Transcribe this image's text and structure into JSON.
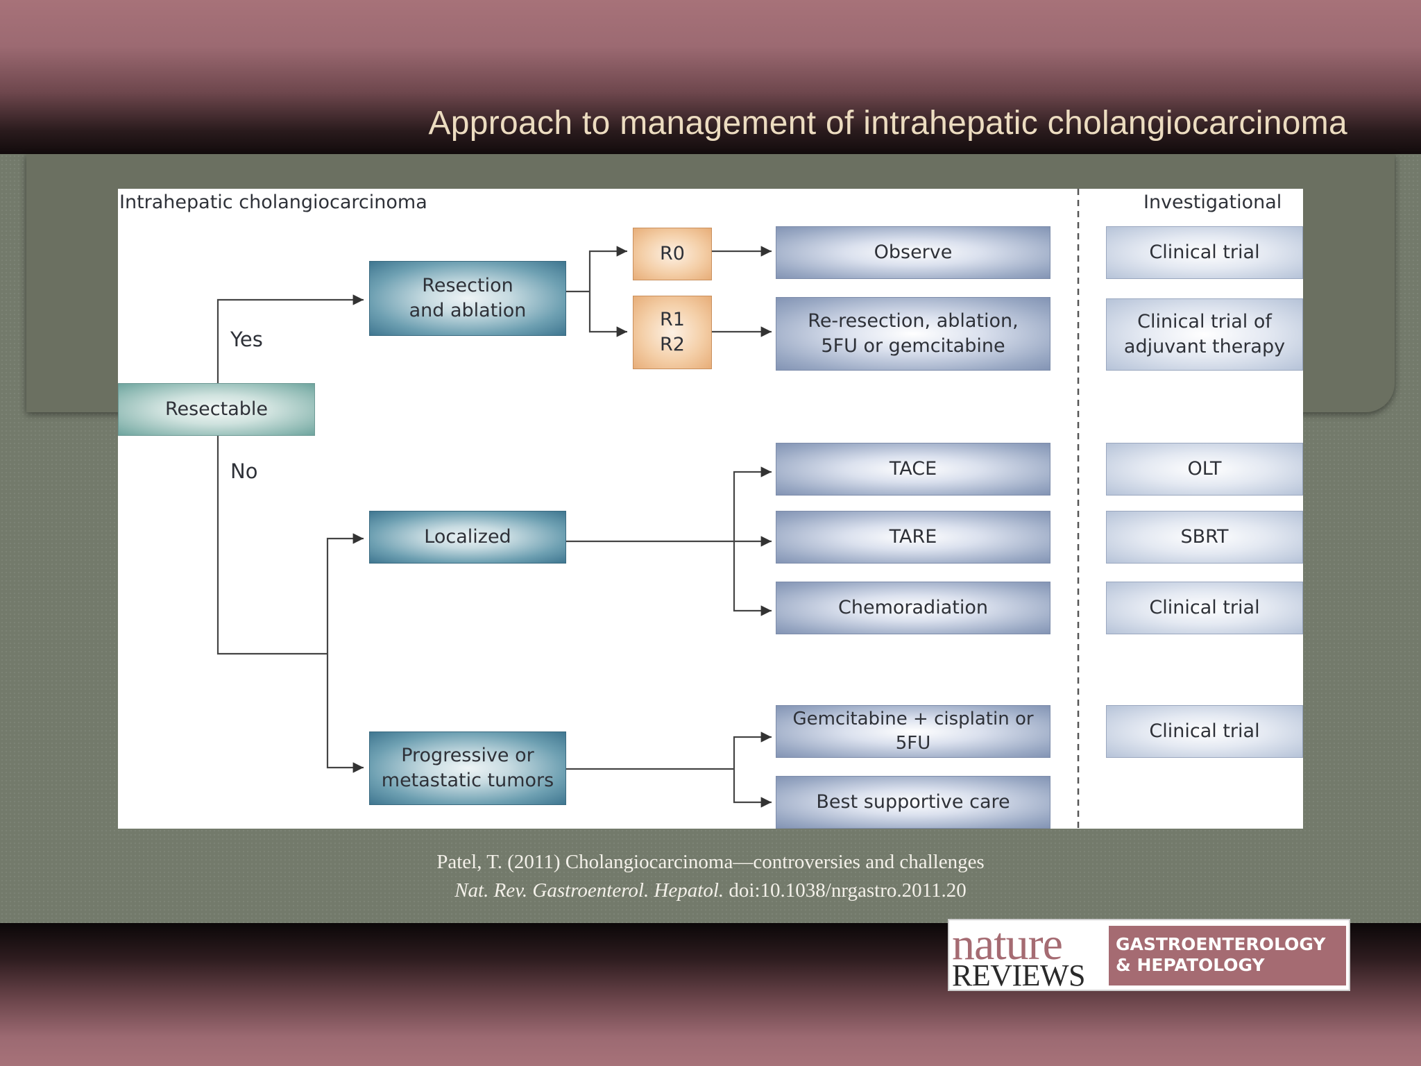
{
  "slide": {
    "title": "Approach to management of intrahepatic cholangiocarcinoma"
  },
  "diagram": {
    "heading": "Intrahepatic cholangiocarcinoma",
    "investigational_heading": "Investigational",
    "labels": {
      "yes": "Yes",
      "no": "No"
    },
    "nodes": {
      "resectable": "Resectable",
      "resection": "Resection\nand ablation",
      "r0": "R0",
      "r1r2": "R1\nR2",
      "observe": "Observe",
      "reresection": "Re-resection, ablation,\n5FU or gemcitabine",
      "localized": "Localized",
      "tace": "TACE",
      "tare": "TARE",
      "chemoradiation": "Chemoradiation",
      "progressive": "Progressive or\nmetastatic tumors",
      "gemcitabine": "Gemcitabine + cisplatin or 5FU",
      "supportive": "Best supportive care"
    },
    "investigational": {
      "clinical_trial_1": "Clinical trial",
      "adjuvant": "Clinical trial of\nadjuvant therapy",
      "olt": "OLT",
      "sbrt": "SBRT",
      "clinical_trial_2": "Clinical trial",
      "clinical_trial_3": "Clinical trial"
    }
  },
  "citation": {
    "line1": "Patel, T. (2011) Cholangiocarcinoma—controversies and challenges",
    "journal": "Nat. Rev. Gastroenterol. Hepatol.",
    "doi": "doi:10.1038/nrgastro.2011.20"
  },
  "logo": {
    "word1": "nature",
    "word2": "REVIEWS",
    "journal_line1": "GASTROENTEROLOGY",
    "journal_line2": "& HEPATOLOGY"
  }
}
